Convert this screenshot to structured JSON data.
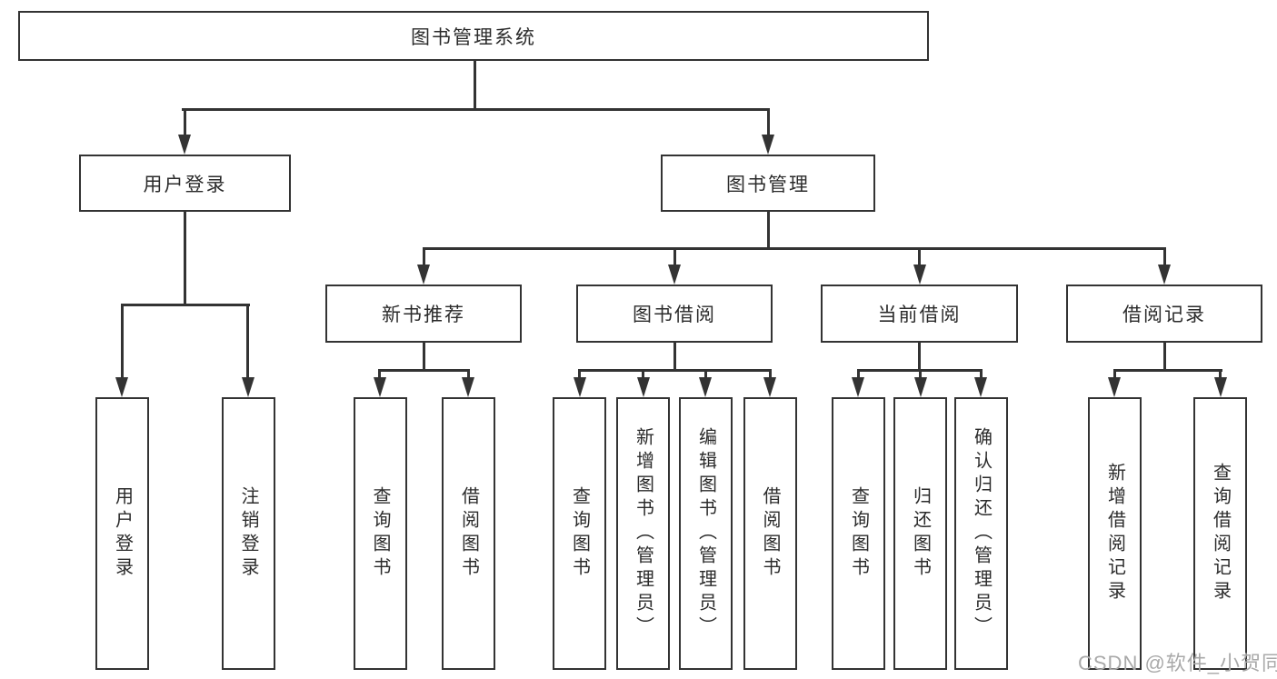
{
  "tree": {
    "root": "图书管理系统",
    "level2": [
      {
        "label": "用户登录"
      },
      {
        "label": "图书管理"
      }
    ],
    "level3": [
      {
        "label": "新书推荐"
      },
      {
        "label": "图书借阅"
      },
      {
        "label": "当前借阅"
      },
      {
        "label": "借阅记录"
      }
    ],
    "leaves": {
      "user_login": [
        "用户登录",
        "注销登录"
      ],
      "new_books": [
        "查询图书",
        "借阅图书"
      ],
      "book_borrow": [
        "查询图书",
        "新增图书（管理员）",
        "编辑图书（管理员）",
        "借阅图书"
      ],
      "current_borrow": [
        "查询图书",
        "归还图书",
        "确认归还（管理员）"
      ],
      "borrow_records": [
        "新增借阅记录",
        "查询借阅记录"
      ]
    }
  },
  "watermark": "CSDN @软件_小贺同学",
  "colors": {
    "line": "#333333",
    "box_border": "#333333",
    "text": "#2b2b2b",
    "watermark": "#a9a9a9",
    "background": "#ffffff"
  }
}
